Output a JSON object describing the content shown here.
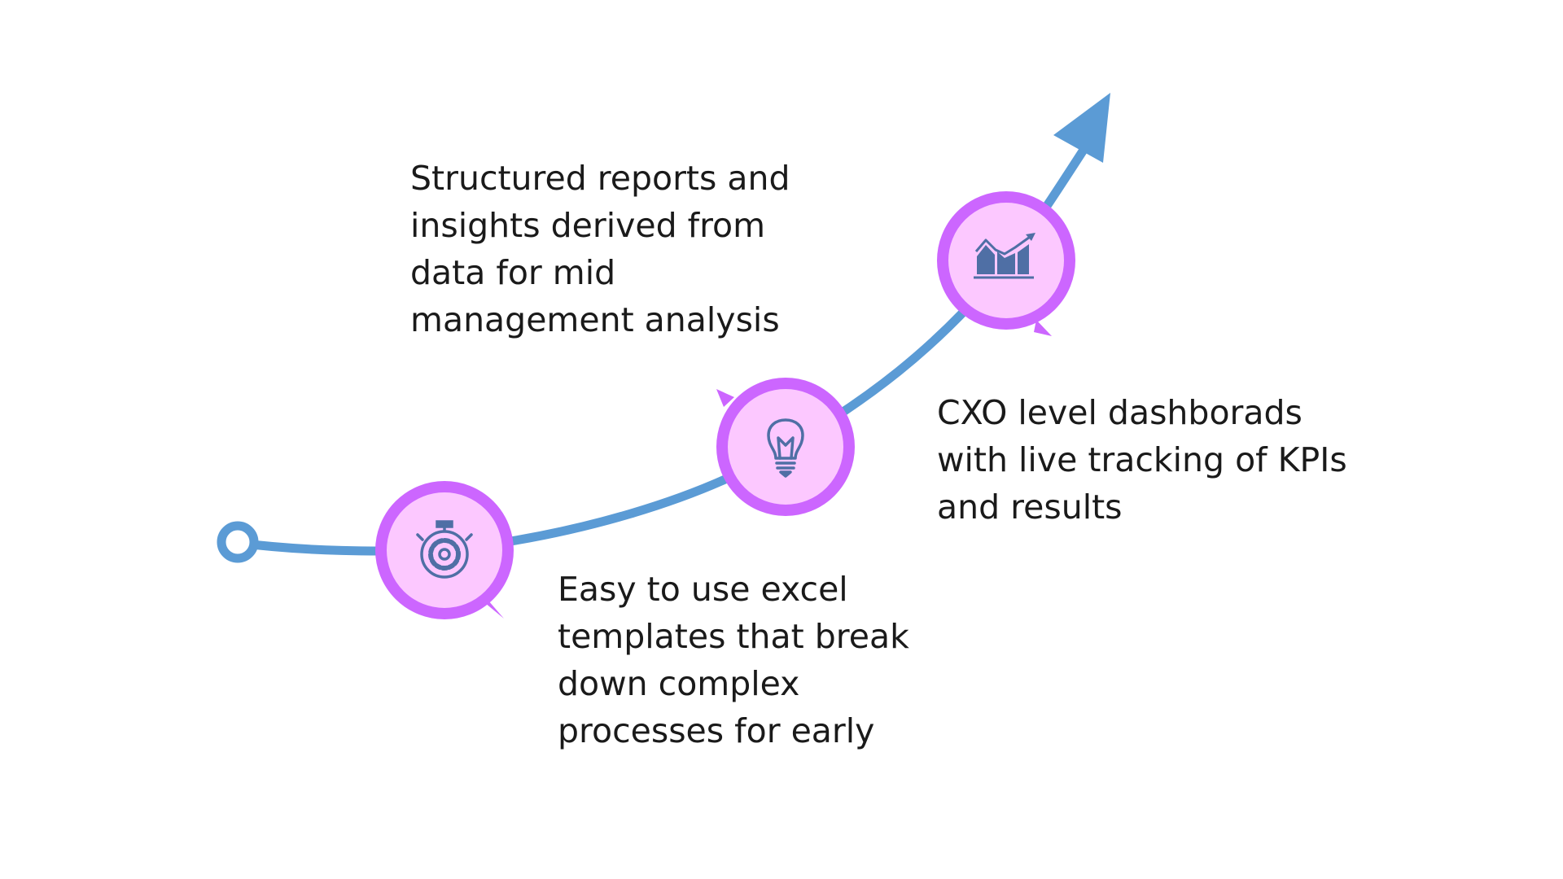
{
  "colors": {
    "path": "#5b9bd5",
    "ring": "#cc66ff",
    "disc": "#fcc8ff",
    "icon": "#4f6fa5",
    "text": "#1a1a1a",
    "background": "#ffffff"
  },
  "steps": [
    {
      "icon": "stopwatch-gear-icon",
      "lines": [
        "Easy to use excel",
        "templates that break",
        "down complex",
        "processes for early"
      ]
    },
    {
      "icon": "lightbulb-icon",
      "lines": [
        "Structured reports and",
        "insights derived from",
        "data for mid",
        "management analysis"
      ]
    },
    {
      "icon": "bar-chart-trend-icon",
      "lines": [
        "CXO level dashborads",
        "with live tracking of KPIs",
        "and results"
      ]
    }
  ]
}
